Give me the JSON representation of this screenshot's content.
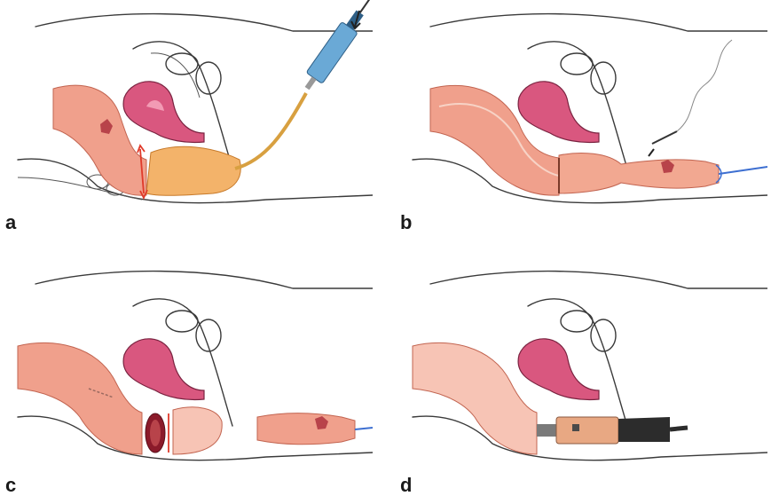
{
  "panels": [
    {
      "label": "a"
    },
    {
      "label": "b"
    },
    {
      "label": "c"
    },
    {
      "label": "d"
    }
  ],
  "colors": {
    "colon": "#f0a08c",
    "colon_light": "#f7c4b5",
    "uterus": "#d9577f",
    "tumor": "#b8434a",
    "bowel_segment": "#f3b36a",
    "syringe": "#6aa9d6",
    "stapler_dark": "#2c2c2c",
    "arrow_red": "#e03a2a",
    "wire_blue": "#3d6fd1"
  }
}
